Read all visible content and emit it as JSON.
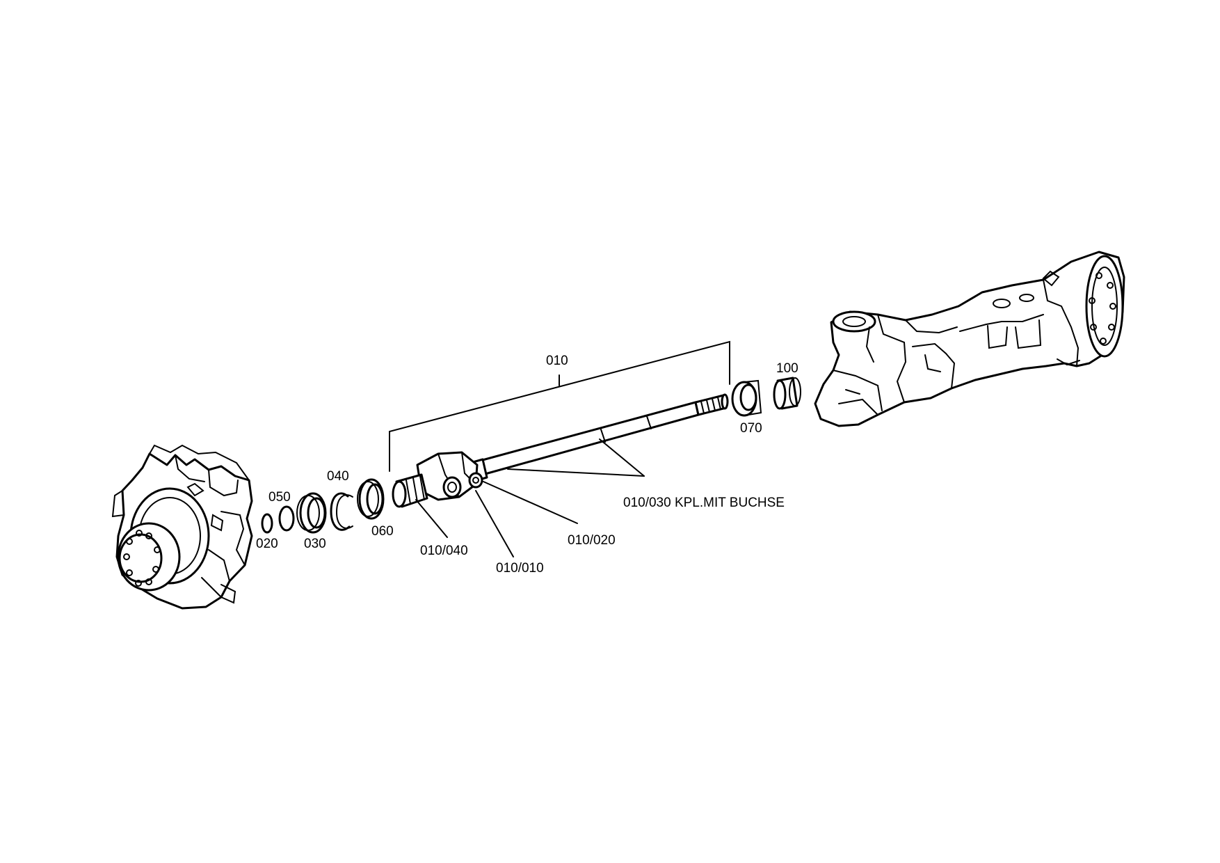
{
  "labels": {
    "l010": "010",
    "l100": "100",
    "l070": "070",
    "l040": "040",
    "l050": "050",
    "l020": "020",
    "l030": "030",
    "l060": "060",
    "l010_040": "010/040",
    "l010_010": "010/010",
    "l010_020": "010/020",
    "l010_030": "010/030 KPL.MIT BUCHSE"
  }
}
